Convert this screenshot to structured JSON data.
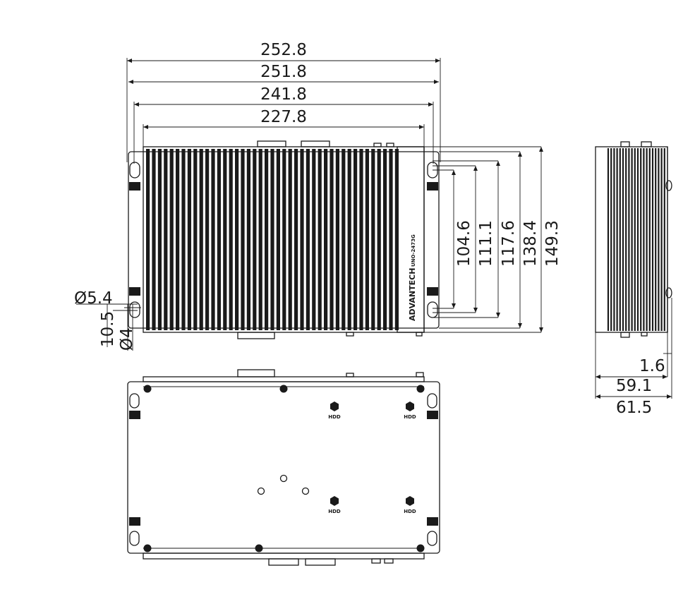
{
  "dimensions": {
    "front_widths": [
      "252.8",
      "251.8",
      "241.8",
      "227.8"
    ],
    "front_heights": [
      "104.6",
      "111.1",
      "117.6",
      "138.4",
      "149.3"
    ],
    "hole_dia_outer": "Ø5.4",
    "hole_pitch": "10.5",
    "hole_dia_inner": "Ø4",
    "side_widths": [
      "1.6",
      "59.1",
      "61.5"
    ]
  },
  "labels": {
    "brand": "ADVANTECH",
    "model": "UNO-2473G",
    "hdd": "HDD"
  }
}
